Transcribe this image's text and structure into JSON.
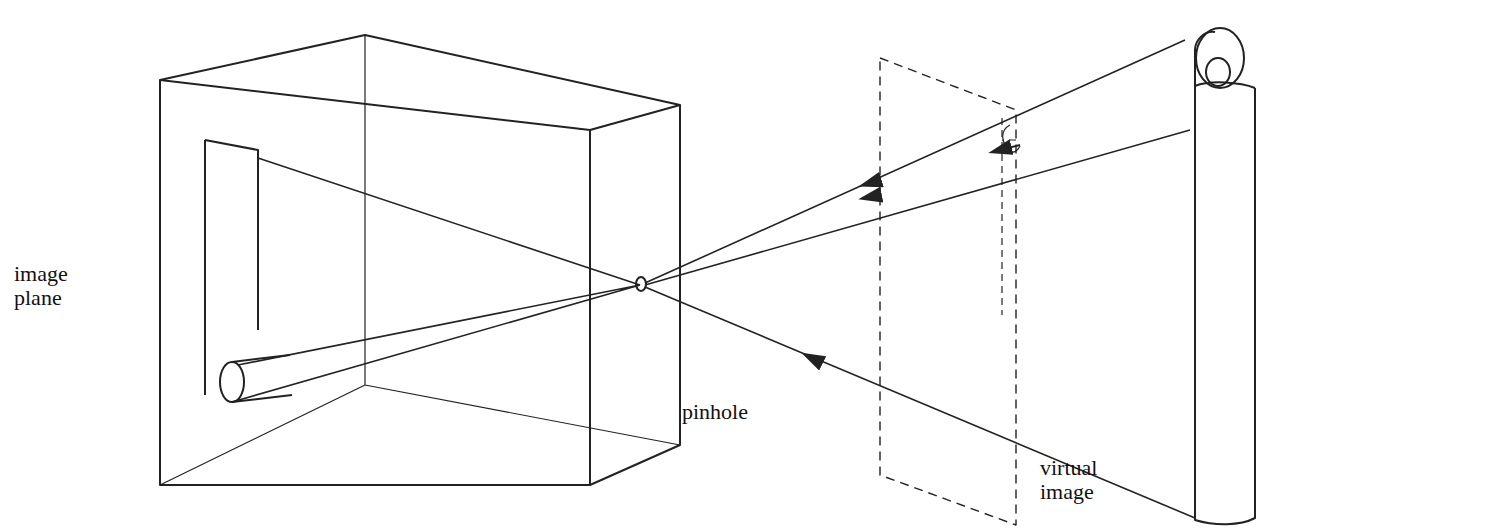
{
  "diagram": {
    "labels": [
      "image plane",
      "pinhole",
      "virtual image"
    ]
  }
}
